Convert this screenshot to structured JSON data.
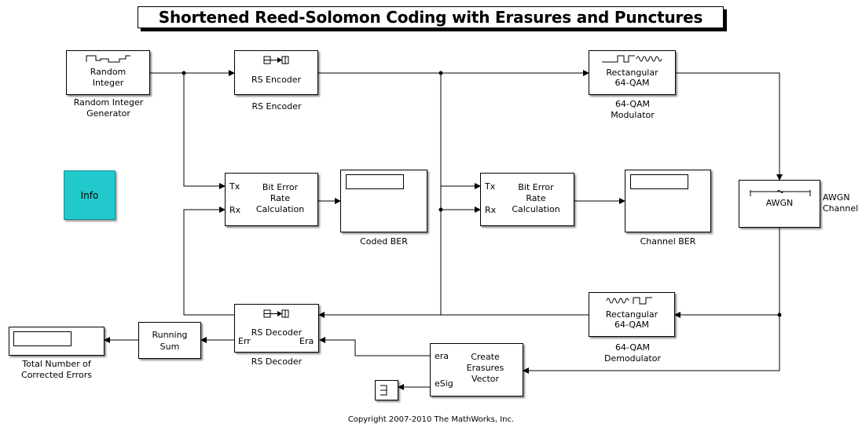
{
  "title": "Shortened Reed-Solomon Coding with Erasures and Punctures",
  "copyright": "Copyright 2007-2010 The MathWorks, Inc.",
  "blocks": {
    "random_integer": {
      "text_1": "Random",
      "text_2": "Integer",
      "caption_1": "Random Integer",
      "caption_2": "Generator"
    },
    "rs_encoder": {
      "text": "RS Encoder",
      "caption": "RS Encoder"
    },
    "qam_mod": {
      "text_1": "Rectangular",
      "text_2": "64-QAM",
      "caption_1": "64-QAM",
      "caption_2": "Modulator"
    },
    "info": {
      "text": "Info"
    },
    "ber_coded": {
      "port_tx": "Tx",
      "port_rx": "Rx",
      "text_1": "Bit Error",
      "text_2": "Rate",
      "text_3": "Calculation"
    },
    "coded_ber_display": {
      "caption": "Coded BER"
    },
    "ber_channel": {
      "port_tx": "Tx",
      "port_rx": "Rx",
      "text_1": "Bit Error",
      "text_2": "Rate",
      "text_3": "Calculation"
    },
    "channel_ber_display": {
      "caption": "Channel BER"
    },
    "awgn": {
      "text": "AWGN",
      "caption_1": "AWGN",
      "caption_2": "Channel"
    },
    "rs_decoder": {
      "text": "RS Decoder",
      "port_err": "Err",
      "port_era": "Era",
      "caption": "RS Decoder"
    },
    "running_sum": {
      "text_1": "Running",
      "text_2": "Sum"
    },
    "total_errors_display": {
      "caption_1": "Total Number of",
      "caption_2": "Corrected Errors"
    },
    "qam_demod": {
      "text_1": "Rectangular",
      "text_2": "64-QAM",
      "caption_1": "64-QAM",
      "caption_2": "Demodulator"
    },
    "create_erasures": {
      "port_era": "era",
      "port_esig": "eSig",
      "text_1": "Create",
      "text_2": "Erasures",
      "text_3": "Vector"
    }
  }
}
